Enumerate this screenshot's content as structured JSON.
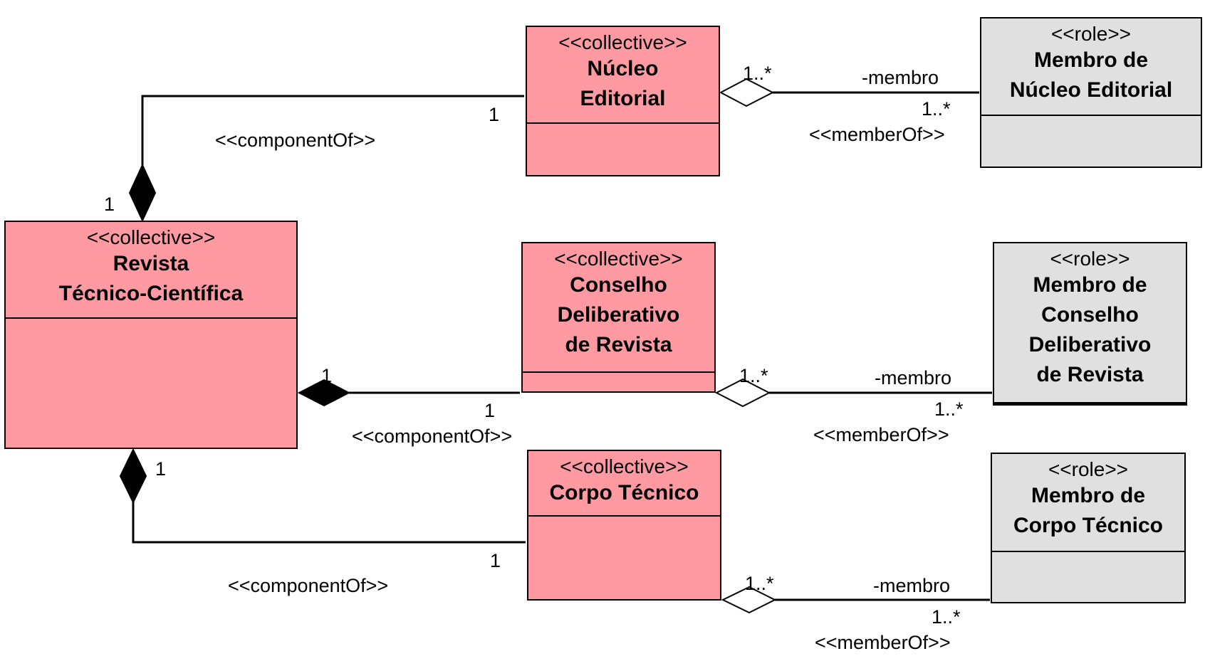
{
  "classes": {
    "revista": {
      "stereotype": "<<collective>>",
      "name": "Revista\nTécnico-Científica"
    },
    "nucleo": {
      "stereotype": "<<collective>>",
      "name": "Núcleo\nEditorial"
    },
    "conselho": {
      "stereotype": "<<collective>>",
      "name": "Conselho\nDeliberativo\nde Revista"
    },
    "corpo": {
      "stereotype": "<<collective>>",
      "name": "Corpo Técnico"
    },
    "membro_nucleo": {
      "stereotype": "<<role>>",
      "name": "Membro de\nNúcleo Editorial"
    },
    "membro_conselho": {
      "stereotype": "<<role>>",
      "name": "Membro de\nConselho\nDeliberativo\nde Revista"
    },
    "membro_corpo": {
      "stereotype": "<<role>>",
      "name": "Membro de\nCorpo Técnico"
    }
  },
  "component_associations": [
    {
      "stereotype": "<<componentOf>>",
      "whole_multiplicity": "1",
      "part_multiplicity": "1"
    },
    {
      "stereotype": "<<componentOf>>",
      "whole_multiplicity": "1",
      "part_multiplicity": "1"
    },
    {
      "stereotype": "<<componentOf>>",
      "whole_multiplicity": "1",
      "part_multiplicity": "1"
    }
  ],
  "member_associations": [
    {
      "stereotype": "<<memberOf>>",
      "role": "-membro",
      "collective_multiplicity": "1..*",
      "member_multiplicity": "1..*"
    },
    {
      "stereotype": "<<memberOf>>",
      "role": "-membro",
      "collective_multiplicity": "1..*",
      "member_multiplicity": "1..*"
    },
    {
      "stereotype": "<<memberOf>>",
      "role": "-membro",
      "collective_multiplicity": "1..*",
      "member_multiplicity": "1..*"
    }
  ],
  "colors": {
    "collective_fill": "#ff9aa2",
    "role_fill": "#e0e0e0",
    "line": "#000000"
  }
}
